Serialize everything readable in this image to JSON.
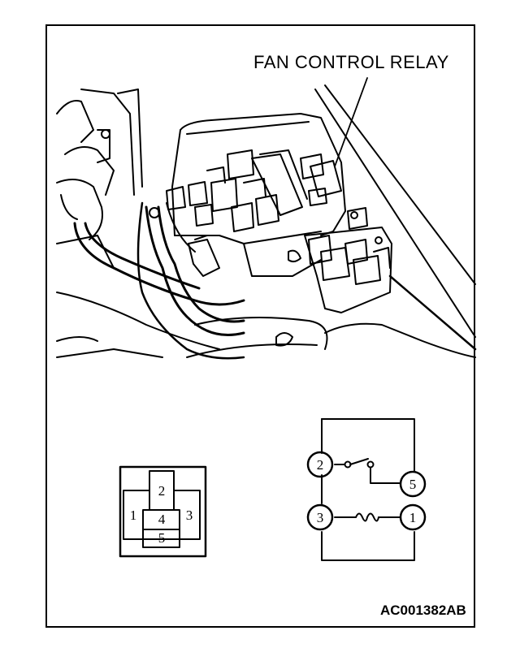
{
  "callout": {
    "relay_label": "FAN CONTROL RELAY"
  },
  "connector": {
    "terminals": [
      {
        "id": "2",
        "label": "2"
      },
      {
        "id": "1",
        "label": "1"
      },
      {
        "id": "4",
        "label": "4"
      },
      {
        "id": "3",
        "label": "3"
      },
      {
        "id": "5",
        "label": "5"
      }
    ]
  },
  "schematic": {
    "terminals": [
      {
        "id": "2",
        "label": "2"
      },
      {
        "id": "5",
        "label": "5"
      },
      {
        "id": "3",
        "label": "3"
      },
      {
        "id": "1",
        "label": "1"
      }
    ]
  },
  "figure_code": "AC001382AB"
}
